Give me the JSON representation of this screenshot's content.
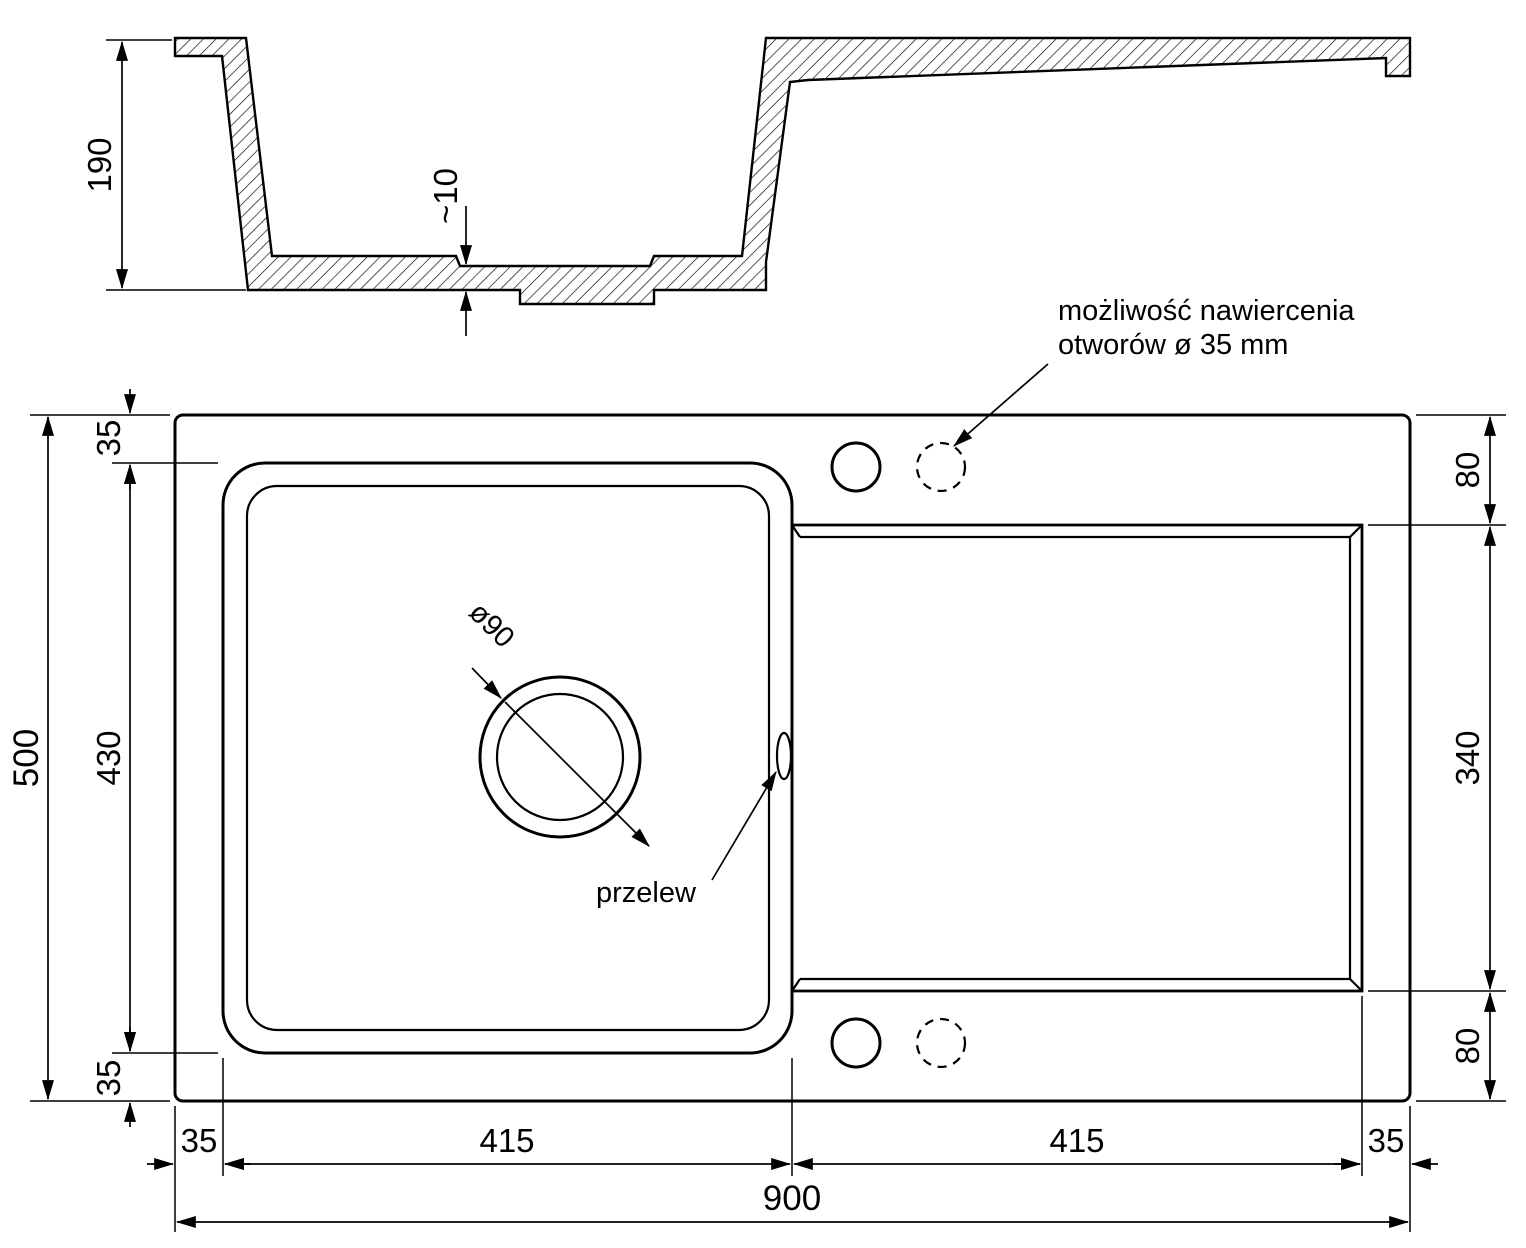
{
  "drawing": {
    "stroke_color": "#000000",
    "background": "#ffffff"
  },
  "section_view": {
    "depth_label": "190",
    "base_thickness_label": "~10"
  },
  "plan_view": {
    "drill_note": {
      "line1": "możliwość nawiercenia",
      "line2": "otworów ø 35 mm"
    },
    "overflow_label": "przelew",
    "drain_label": "ø90"
  },
  "dimensions": {
    "overall_height": "500",
    "left_top_margin": "35",
    "basin_inner_height": "430",
    "left_bottom_margin": "35",
    "right_top": "80",
    "drainer_height": "340",
    "right_bottom": "80",
    "bottom_left_margin": "35",
    "basin_width": "415",
    "drainer_width": "415",
    "bottom_right_margin": "35",
    "overall_width": "900"
  }
}
